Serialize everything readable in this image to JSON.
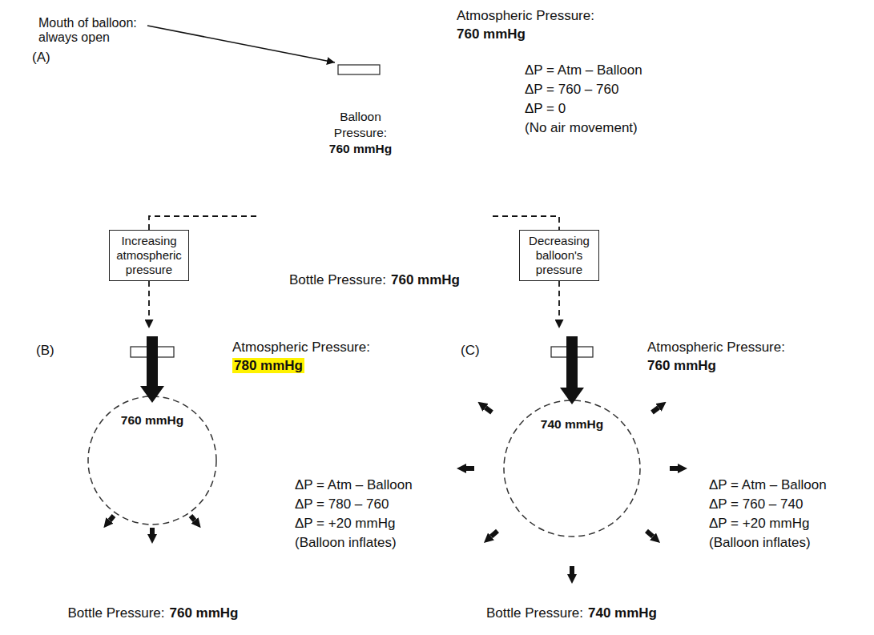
{
  "diagram": {
    "nodes": [
      {
        "text": [
          "Bottle Pressure:",
          "760 mmHg"
        ]
      },
      {
        "text": [
          "Balloon Pressure:",
          "760 mmHg"
        ],
        "in": 0
      },
      {
        "text": [
          "Increasing atmospheric pressure"
        ]
      },
      {
        "text": [
          "Decreasing balloon's pressure"
        ]
      },
      {
        "text": [
          "Bottle Pressure:",
          "760 mmHg"
        ]
      },
      {
        "text": [
          "760 mmHg"
        ],
        "in": 4
      },
      {
        "text": [
          "Bottle Pressure:",
          "740 mmHg"
        ]
      },
      {
        "text": [
          "740 mmHg"
        ],
        "in": 6
      }
    ],
    "edges": [
      {
        "from": 0,
        "to": 2,
        "arrow": "none"
      },
      {
        "from": 0,
        "to": 3,
        "arrow": "none"
      },
      {
        "from": 2,
        "to": 4,
        "arrow": "to"
      },
      {
        "from": 3,
        "to": 6,
        "arrow": "to"
      }
    ],
    "labels": [
      "(A)",
      "Mouth of balloon: always open",
      "Atmospheric Pressure:",
      "760 mmHg",
      "ΔP = Atm – Balloon",
      "ΔP = 760 – 760",
      "ΔP = 0",
      "(No air movement)",
      "(B)",
      "Atmospheric Pressure:",
      "780 mmHg",
      "ΔP = Atm – Balloon",
      "ΔP = 780 – 760",
      "ΔP = +20 mmHg",
      "(Balloon inflates)",
      "(C)",
      "Atmospheric Pressure:",
      "760 mmHg",
      "ΔP = Atm – Balloon",
      "ΔP = 760 – 740",
      "ΔP = +20 mmHg",
      "(Balloon inflates)"
    ]
  }
}
